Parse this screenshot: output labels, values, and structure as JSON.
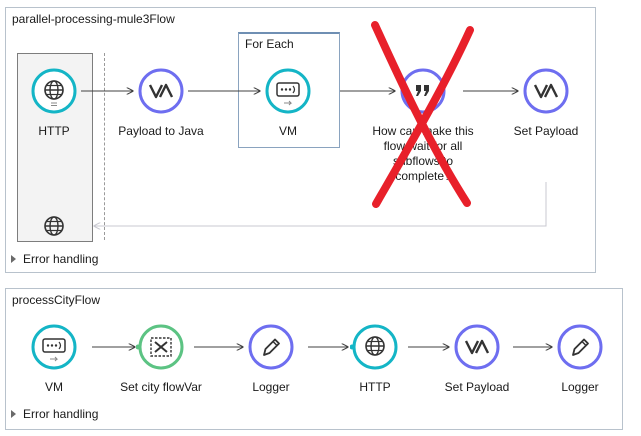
{
  "colors": {
    "ring_teal": "#14b5c6",
    "ring_indigo": "#6e6ef0",
    "ring_green": "#5cc383",
    "ring_ash": "#b8b8c8",
    "red_x": "#e8202a",
    "arrow": "#404040",
    "return_line": "#c8c8d0"
  },
  "flow1": {
    "title": "parallel-processing-mule3Flow",
    "foreach_title": "For Each",
    "error_label": "Error handling",
    "nodes": [
      {
        "label": "HTTP",
        "icon": "globe-icon"
      },
      {
        "label": "Payload to Java",
        "icon": "transform-icon"
      },
      {
        "label": "VM",
        "icon": "vm-queue-icon"
      },
      {
        "label": "How can make this flow wait for all subflows to complete?",
        "icon": "quote-icon"
      },
      {
        "label": "Set Payload",
        "icon": "transform-icon"
      }
    ],
    "response_icon": "globe-icon"
  },
  "flow2": {
    "title": "processCityFlow",
    "error_label": "Error handling",
    "nodes": [
      {
        "label": "VM",
        "icon": "vm-queue-icon"
      },
      {
        "label": "Set city flowVar",
        "icon": "variable-icon"
      },
      {
        "label": "Logger",
        "icon": "pencil-icon"
      },
      {
        "label": "HTTP",
        "icon": "globe-icon"
      },
      {
        "label": "Set Payload",
        "icon": "transform-icon"
      },
      {
        "label": "Logger",
        "icon": "pencil-icon"
      }
    ]
  }
}
